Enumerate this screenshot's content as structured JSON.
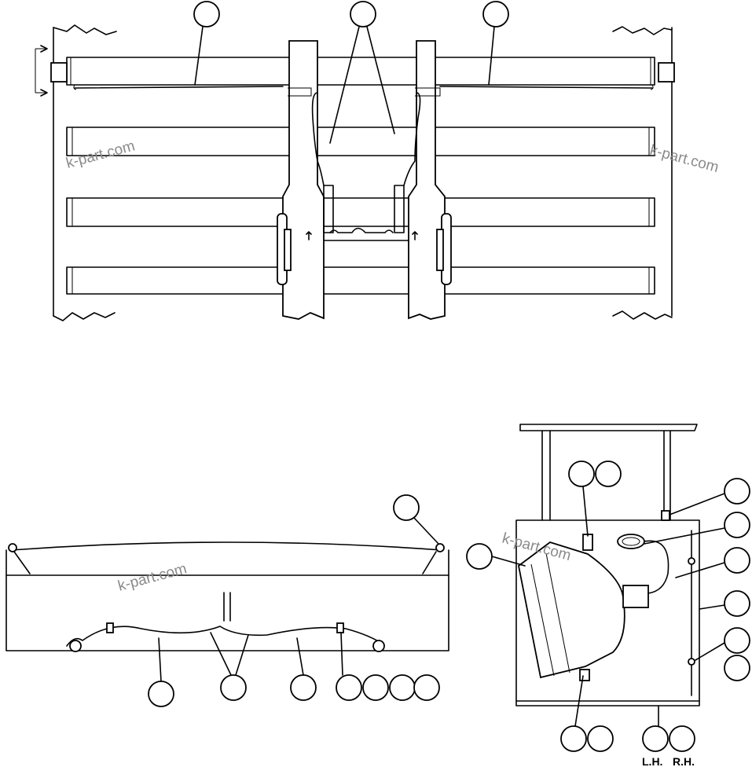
{
  "watermark": "k-part.com",
  "labels": {
    "lh": "L.H.",
    "rh": "R.H."
  }
}
